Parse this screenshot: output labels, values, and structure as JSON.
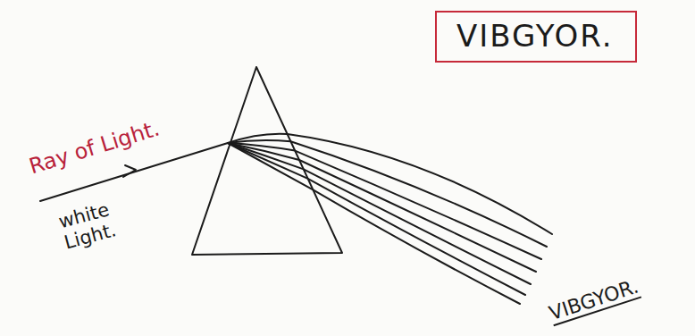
{
  "diagram": {
    "nodes": [
      {
        "text": [
          "VIBGYOR."
        ]
      }
    ],
    "labels": [
      "Ray of Light.",
      "white Light.",
      "VIBGYOR."
    ]
  }
}
